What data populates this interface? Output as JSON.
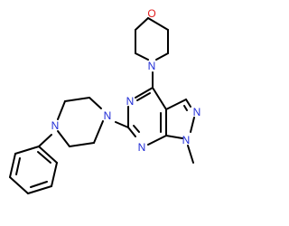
{
  "colors": {
    "bond": "#000000",
    "nitrogen": "#1f2bd6",
    "oxygen": "#e11d1d",
    "background": "#ffffff"
  },
  "atoms": {
    "morpholine_oxygen": "O",
    "morpholine_nitrogen": "N",
    "pyrimidine_n_upper": "N",
    "pyrimidine_n_lower": "N",
    "pyrazole_n2": "N",
    "pyrazole_n1": "N",
    "piperazine_n_upper": "N",
    "piperazine_n_lower": "N"
  }
}
